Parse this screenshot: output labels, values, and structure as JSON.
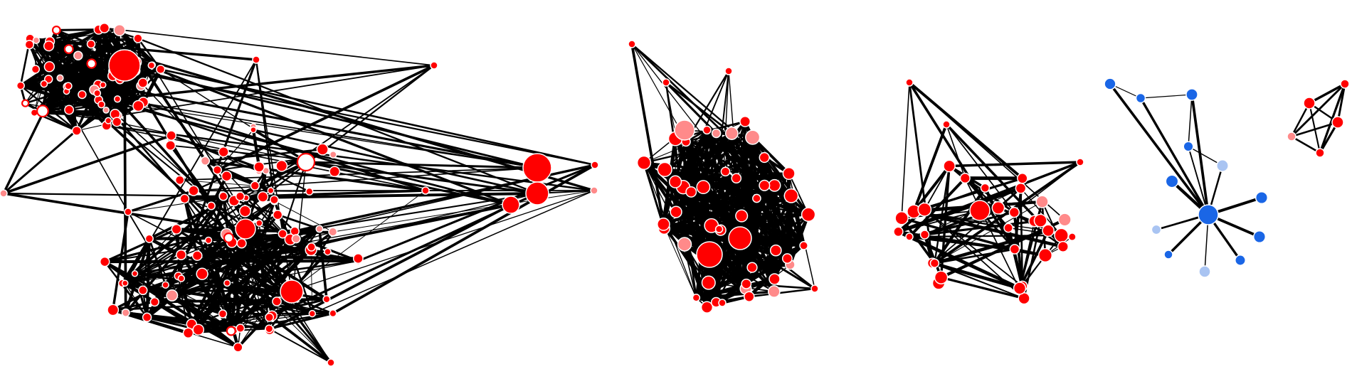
{
  "colors": {
    "background": "#ffffff",
    "edge": "#000000",
    "node_red": "#ff0000",
    "node_red_light": "#ff8a8a",
    "node_blue": "#1a66e6",
    "node_blue_light": "#a9c4f2",
    "node_stroke": "#ffffff"
  },
  "network_count": 5,
  "networks": [
    {
      "id": "network-1",
      "node_color": "red",
      "node_count": 140
    },
    {
      "id": "network-2",
      "node_color": "red",
      "node_count": 45
    },
    {
      "id": "network-3",
      "node_color": "red",
      "node_count": 30
    },
    {
      "id": "network-4",
      "node_color": "blue",
      "node_count": 13
    },
    {
      "id": "network-5",
      "node_color": "red",
      "node_count": 5
    }
  ]
}
